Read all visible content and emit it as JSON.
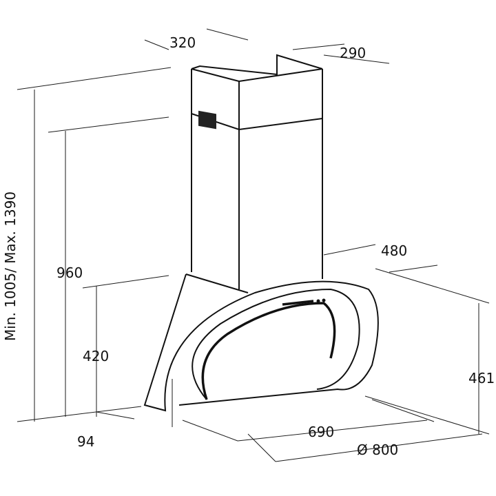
{
  "title": "Chimney hood dimension drawing",
  "dimensions": {
    "chimney_width": "320",
    "chimney_depth": "290",
    "total_height": "Min. 1005/ Max. 1390",
    "height_960": "960",
    "height_420": "420",
    "offset_94": "94",
    "depth_480": "480",
    "height_461": "461",
    "width_690": "690",
    "width_800": "Ø 800"
  },
  "colors": {
    "line": "#111111",
    "background": "#ffffff"
  }
}
